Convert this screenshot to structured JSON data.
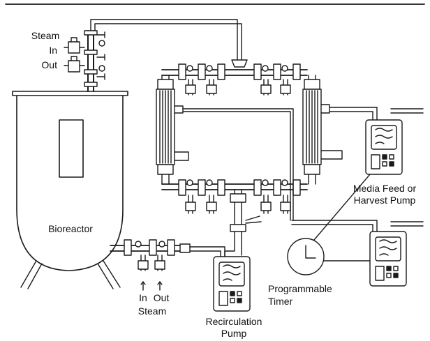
{
  "labels": {
    "steam_top": "Steam",
    "steam_in": "In",
    "steam_out": "Out",
    "bioreactor": "Bioreactor",
    "media_feed": "Media Feed or",
    "harvest_pump": "Harvest Pump",
    "programmable": "Programmable",
    "timer": "Timer",
    "bottom_in": "In",
    "bottom_out": "Out",
    "bottom_steam": "Steam",
    "recirc": "Recirculation",
    "pump": "Pump"
  },
  "colors": {
    "line": "#1a1a1a",
    "background": "#ffffff"
  }
}
